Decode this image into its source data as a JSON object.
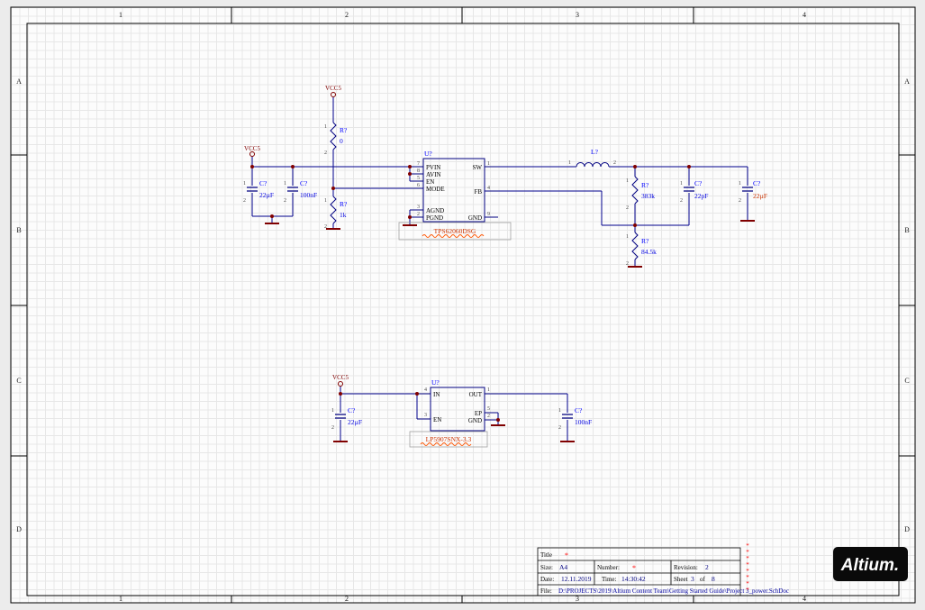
{
  "zones": {
    "cols": [
      "1",
      "2",
      "3",
      "4"
    ],
    "rows": [
      "A",
      "B",
      "C",
      "D"
    ]
  },
  "power": {
    "vcc": "VCC5"
  },
  "passive_pins": {
    "p1": "1",
    "p2": "2"
  },
  "buck": {
    "u_ref": "U?",
    "u_part": "TPS62060DSG",
    "pins_left": [
      {
        "n": "7",
        "name": "PVIN"
      },
      {
        "n": "8",
        "name": "AVIN"
      },
      {
        "n": "5",
        "name": "EN"
      },
      {
        "n": "6",
        "name": "MODE"
      },
      {
        "n": "3",
        "name": "AGND"
      },
      {
        "n": "2",
        "name": "PGND"
      }
    ],
    "pins_right": [
      {
        "n": "1",
        "name": "SW"
      },
      {
        "n": "4",
        "name": "FB"
      },
      {
        "n": "9",
        "name": "GND"
      }
    ],
    "cin1": {
      "ref": "C?",
      "val": "22µF"
    },
    "cin2": {
      "ref": "C?",
      "val": "100nF"
    },
    "r_pullup": {
      "ref": "R?",
      "val": "0"
    },
    "r_pulldown": {
      "ref": "R?",
      "val": "1k"
    },
    "l1": {
      "ref": "L?"
    },
    "r_fb_top": {
      "ref": "R?",
      "val": "383k"
    },
    "r_fb_bottom": {
      "ref": "R?",
      "val": "84.5k"
    },
    "c_fb": {
      "ref": "C?",
      "val": "22pF"
    },
    "c_out": {
      "ref": "C?",
      "val": "22µF"
    }
  },
  "ldo": {
    "u_ref": "U?",
    "u_part": "LP5907SNX-3.3",
    "pins_left": [
      {
        "n": "4",
        "name": "IN"
      },
      {
        "n": "3",
        "name": "EN"
      }
    ],
    "pins_right": [
      {
        "n": "1",
        "name": "OUT"
      },
      {
        "n": "5",
        "name": "EP"
      },
      {
        "n": "2",
        "name": "GND"
      }
    ],
    "c_in": {
      "ref": "C?",
      "val": "22µF"
    },
    "c_out": {
      "ref": "C?",
      "val": "100nF"
    }
  },
  "title_block": {
    "title_label": "Title",
    "title_value": "*",
    "size_label": "Size:",
    "size_value": "A4",
    "number_label": "Number:",
    "number_value": "*",
    "revision_label": "Revision:",
    "revision_value": "2",
    "date_label": "Date:",
    "date_value": "12.11.2019",
    "time_label": "Time:",
    "time_value": "14:30:42",
    "sheet_label": "Sheet",
    "sheet_value": "3",
    "of_label": "of",
    "sheet_total": "8",
    "file_label": "File:",
    "file_value": "D:\\PROJECTS\\2019\\Altium Content Team\\Getting Started Guide\\Project 3_power.SchDoc",
    "star": "*"
  },
  "logo_text": "Altium.",
  "colors": {
    "wire": "#00008b",
    "symbol_outline": "#000080",
    "body_fill": "#ffffb5",
    "power_object": "#800000",
    "designator": "#0000ff",
    "comment": "#0000e0",
    "error_text": "#cc3300",
    "squiggle": "#ff5500",
    "pin_number": "#4a4a4a",
    "file_link": "#0000a0",
    "grid": "#e7e7e7"
  }
}
